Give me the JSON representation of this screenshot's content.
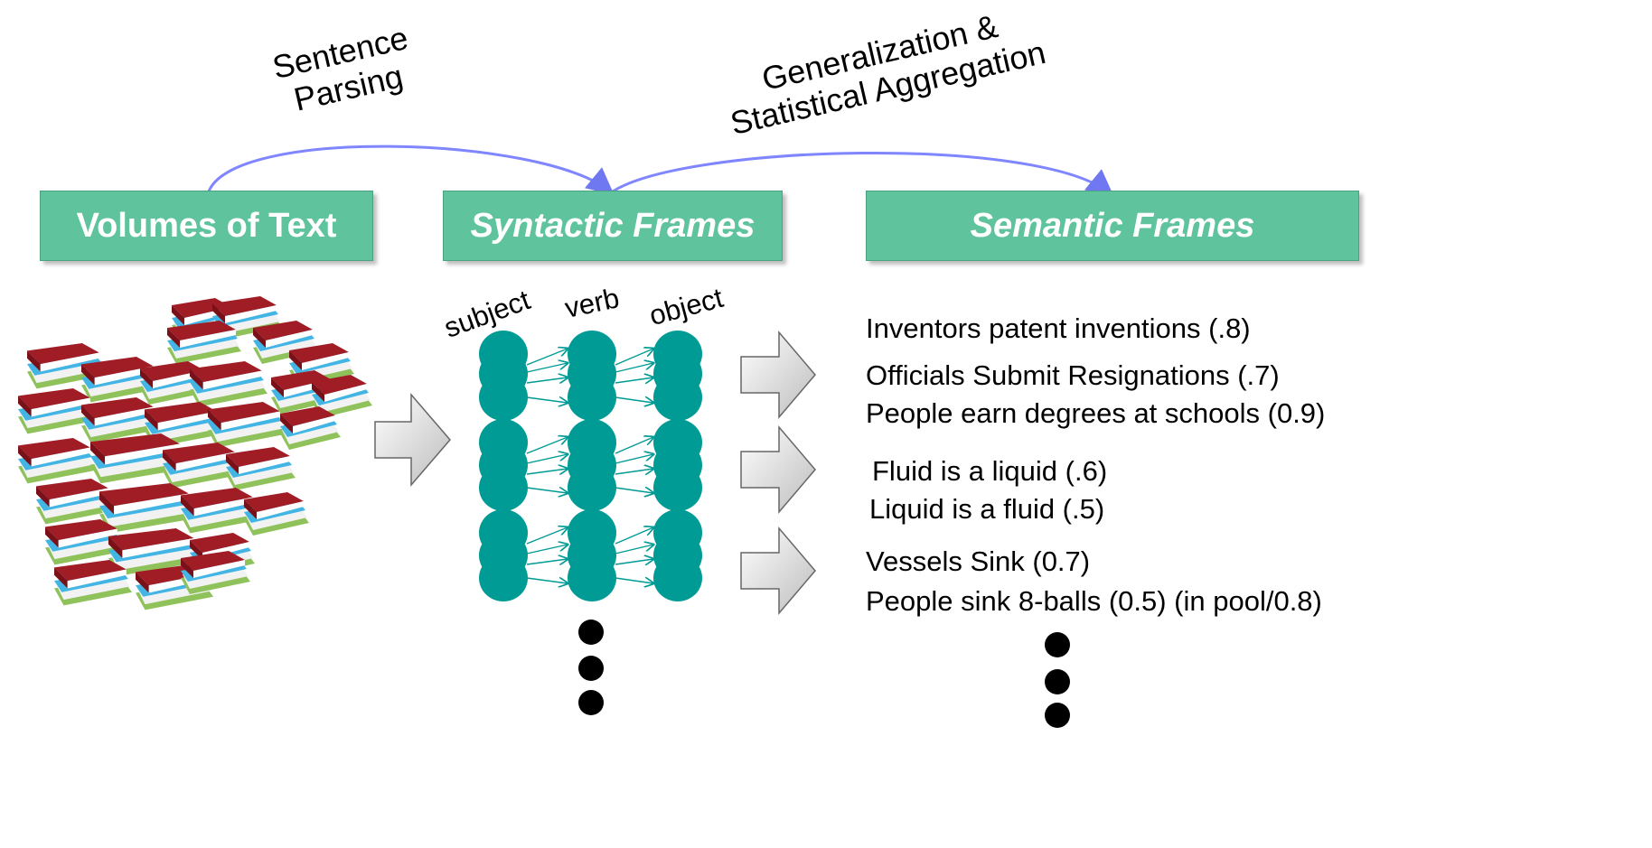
{
  "arrow_labels": {
    "parsing": [
      "Sentence",
      "Parsing"
    ],
    "aggregation": [
      "Generalization &",
      "Statistical Aggregation"
    ]
  },
  "stages": {
    "text": "Volumes of Text",
    "syntactic": "Syntactic Frames",
    "semantic": "Semantic Frames"
  },
  "roles": {
    "subject": "subject",
    "verb": "verb",
    "object": "object"
  },
  "semantic_frames": [
    "Inventors patent inventions (.8)",
    "Officials Submit Resignations (.7)",
    "People earn degrees at schools (0.9)",
    "Fluid is a liquid (.6)",
    "Liquid is a fluid (.5)",
    "Vessels Sink (0.7)",
    "People sink 8-balls (0.5) (in pool/0.8)"
  ],
  "colors": {
    "stage_fill": "#5fc39d",
    "node_fill": "#009b95",
    "arrow_curve": "#7f86ff",
    "book_red": "#a11d26",
    "book_blue": "#43b5e4",
    "book_green": "#8fc25a"
  },
  "icons": [
    "books-stack-icon",
    "block-arrow-icon",
    "ellipsis-dots-icon"
  ]
}
